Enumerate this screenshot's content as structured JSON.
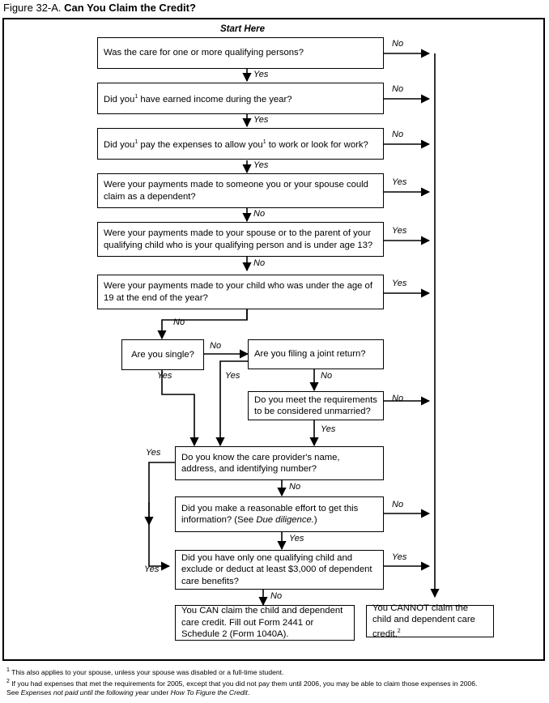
{
  "title": {
    "figure": "Figure 32-A.",
    "name": "Can You Claim the Credit?"
  },
  "start_label": "Start Here",
  "labels": {
    "yes": "Yes",
    "no": "No"
  },
  "boxes": [
    {
      "id": "q1",
      "text": "Was the care for one or more qualifying persons?"
    },
    {
      "id": "q2",
      "text": "Did you¹ have earned income during the year?"
    },
    {
      "id": "q3",
      "text": "Did you pay the expenses to allow you¹ to work or look for work?"
    },
    {
      "id": "q4",
      "text": "Were your payments made to someone you or your spouse could claim as a dependent?"
    },
    {
      "id": "q5",
      "text": "Were your payments made to your spouse or to the parent of your qualifying child who is your qualifying person and is under age 13?"
    },
    {
      "id": "q6",
      "text": "Were your payments made to your child who was under the age of 19 at the end of the year?"
    },
    {
      "id": "q7",
      "text": "Are you single?"
    },
    {
      "id": "q8",
      "text": "Are you filing a joint return?"
    },
    {
      "id": "q9",
      "text": "Do you meet the requirements to be considered unmarried?"
    },
    {
      "id": "q10",
      "text": "Do you know the care provider's name, address, and identifying number?"
    },
    {
      "id": "q11",
      "text": "Did you make a reasonable effort to get this information? (See Due diligence.)"
    },
    {
      "id": "q12",
      "text": "Did you have only one qualifying child and exclude or deduct at least $3,000 of dependent care benefits?"
    },
    {
      "id": "can",
      "text": "You CAN claim the child and dependent care credit. Fill out Form 2441 or Schedule 2 (Form 1040A)."
    },
    {
      "id": "cannot",
      "text": "You CANNOT claim the child and dependent care credit.²"
    }
  ],
  "box_text": {
    "q1": "Was the care for one or more qualifying persons?",
    "q2_a": "Did you",
    "q2_sup": "1",
    "q2_b": " have earned income during the year?",
    "q3_a": "Did you",
    "q3_sup": "1",
    "q3_b": " to work or look for work?",
    "q3_mid": " pay the expenses to allow you",
    "q4": "Were your payments made to someone you or your spouse could claim as a dependent?",
    "q5": "Were your payments made to your spouse or to the parent of your qualifying child who is your qualifying person and is under age 13?",
    "q6": "Were your payments made to your child who was under the age of 19 at the end of the year?",
    "q7": "Are you single?",
    "q8": "Are you filing a joint return?",
    "q9": "Do you meet the requirements to be considered unmarried?",
    "q10": "Do you know the care provider's name, address, and identifying number?",
    "q11_a": "Did you make a reasonable effort to get this information? (See ",
    "q11_em": "Due diligence.",
    "q11_b": ")",
    "q12": "Did you have only one qualifying child and exclude or deduct at least $3,000 of dependent care benefits?",
    "can": "You CAN claim the child and dependent care credit. Fill out Form 2441 or Schedule 2 (Form 1040A).",
    "cannot_a": "You CANNOT claim the child and dependent care credit.",
    "cannot_sup": "2"
  },
  "edge_labels": [
    {
      "id": "e1-no",
      "text": "No"
    },
    {
      "id": "e1-yes",
      "text": "Yes"
    },
    {
      "id": "e2-no",
      "text": "No"
    },
    {
      "id": "e2-yes",
      "text": "Yes"
    },
    {
      "id": "e3-no",
      "text": "No"
    },
    {
      "id": "e3-yes",
      "text": "Yes"
    },
    {
      "id": "e4-yes",
      "text": "Yes"
    },
    {
      "id": "e4-no",
      "text": "No"
    },
    {
      "id": "e5-yes",
      "text": "Yes"
    },
    {
      "id": "e5-no",
      "text": "No"
    },
    {
      "id": "e6-yes",
      "text": "Yes"
    },
    {
      "id": "e6-no",
      "text": "No"
    },
    {
      "id": "e7-no",
      "text": "No"
    },
    {
      "id": "e7-yes",
      "text": "Yes"
    },
    {
      "id": "e8-no",
      "text": "No"
    },
    {
      "id": "e8-yes",
      "text": "Yes"
    },
    {
      "id": "e9-no",
      "text": "No"
    },
    {
      "id": "e9-yes",
      "text": "Yes"
    },
    {
      "id": "e10-yes",
      "text": "Yes"
    },
    {
      "id": "e10-no",
      "text": "No"
    },
    {
      "id": "e11-no",
      "text": "No"
    },
    {
      "id": "e11-yes",
      "text": "Yes"
    },
    {
      "id": "e12-yes",
      "text": "Yes"
    },
    {
      "id": "e12-no",
      "text": "No"
    },
    {
      "id": "e12-left-yes",
      "text": "Yes"
    }
  ],
  "footnotes": {
    "n1_sup": "1",
    "n1": " This also applies to your spouse, unless your spouse was disabled or a full-time student.",
    "n2_sup": "2",
    "n2_a": " If you had expenses that met the requirements for 2005, except that you did not pay them until 2006, you may be able to claim those expenses in 2006.",
    "n2_b_pre": "  See ",
    "n2_em1": "Expenses not paid until the following year",
    "n2_mid": " under ",
    "n2_em2": "How To Figure the Credit",
    "n2_end": "."
  },
  "colors": {
    "ink": "#000000",
    "paper": "#ffffff"
  }
}
